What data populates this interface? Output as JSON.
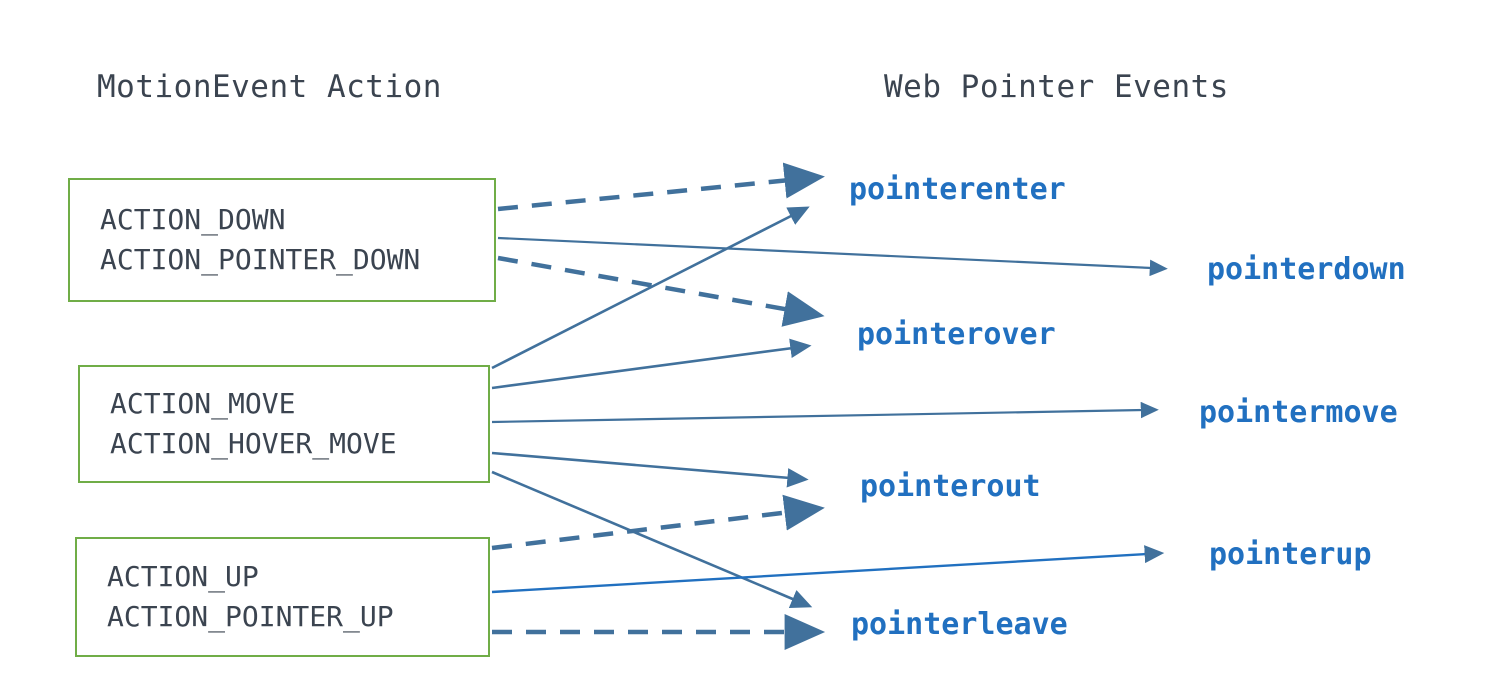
{
  "diagram": {
    "title_left": "MotionEvent Action",
    "title_right": "Web Pointer Events",
    "colors": {
      "box_border": "#70AD47",
      "box_text": "#3b4450",
      "event_text": "#2170C0",
      "arrow": "#41719C",
      "background": "#ffffff"
    },
    "action_boxes": [
      {
        "id": "down",
        "lines": [
          "ACTION_DOWN",
          "ACTION_POINTER_DOWN"
        ]
      },
      {
        "id": "move",
        "lines": [
          "ACTION_MOVE",
          "ACTION_HOVER_MOVE"
        ]
      },
      {
        "id": "up",
        "lines": [
          "ACTION_UP",
          "ACTION_POINTER_UP"
        ]
      }
    ],
    "events": [
      {
        "id": "pointerenter",
        "label": "pointerenter"
      },
      {
        "id": "pointerdown",
        "label": "pointerdown"
      },
      {
        "id": "pointerover",
        "label": "pointerover"
      },
      {
        "id": "pointermove",
        "label": "pointermove"
      },
      {
        "id": "pointerout",
        "label": "pointerout"
      },
      {
        "id": "pointerup",
        "label": "pointerup"
      },
      {
        "id": "pointerleave",
        "label": "pointerleave"
      }
    ],
    "connections": [
      {
        "from": "down",
        "to": "pointerenter",
        "style": "dashed"
      },
      {
        "from": "down",
        "to": "pointerdown",
        "style": "solid"
      },
      {
        "from": "down",
        "to": "pointerover",
        "style": "dashed"
      },
      {
        "from": "move",
        "to": "pointerenter",
        "style": "solid"
      },
      {
        "from": "move",
        "to": "pointerover",
        "style": "solid"
      },
      {
        "from": "move",
        "to": "pointermove",
        "style": "solid"
      },
      {
        "from": "move",
        "to": "pointerout",
        "style": "solid"
      },
      {
        "from": "move",
        "to": "pointerleave",
        "style": "solid"
      },
      {
        "from": "up",
        "to": "pointerout",
        "style": "dashed"
      },
      {
        "from": "up",
        "to": "pointerup",
        "style": "solid"
      },
      {
        "from": "up",
        "to": "pointerleave",
        "style": "dashed"
      }
    ]
  }
}
